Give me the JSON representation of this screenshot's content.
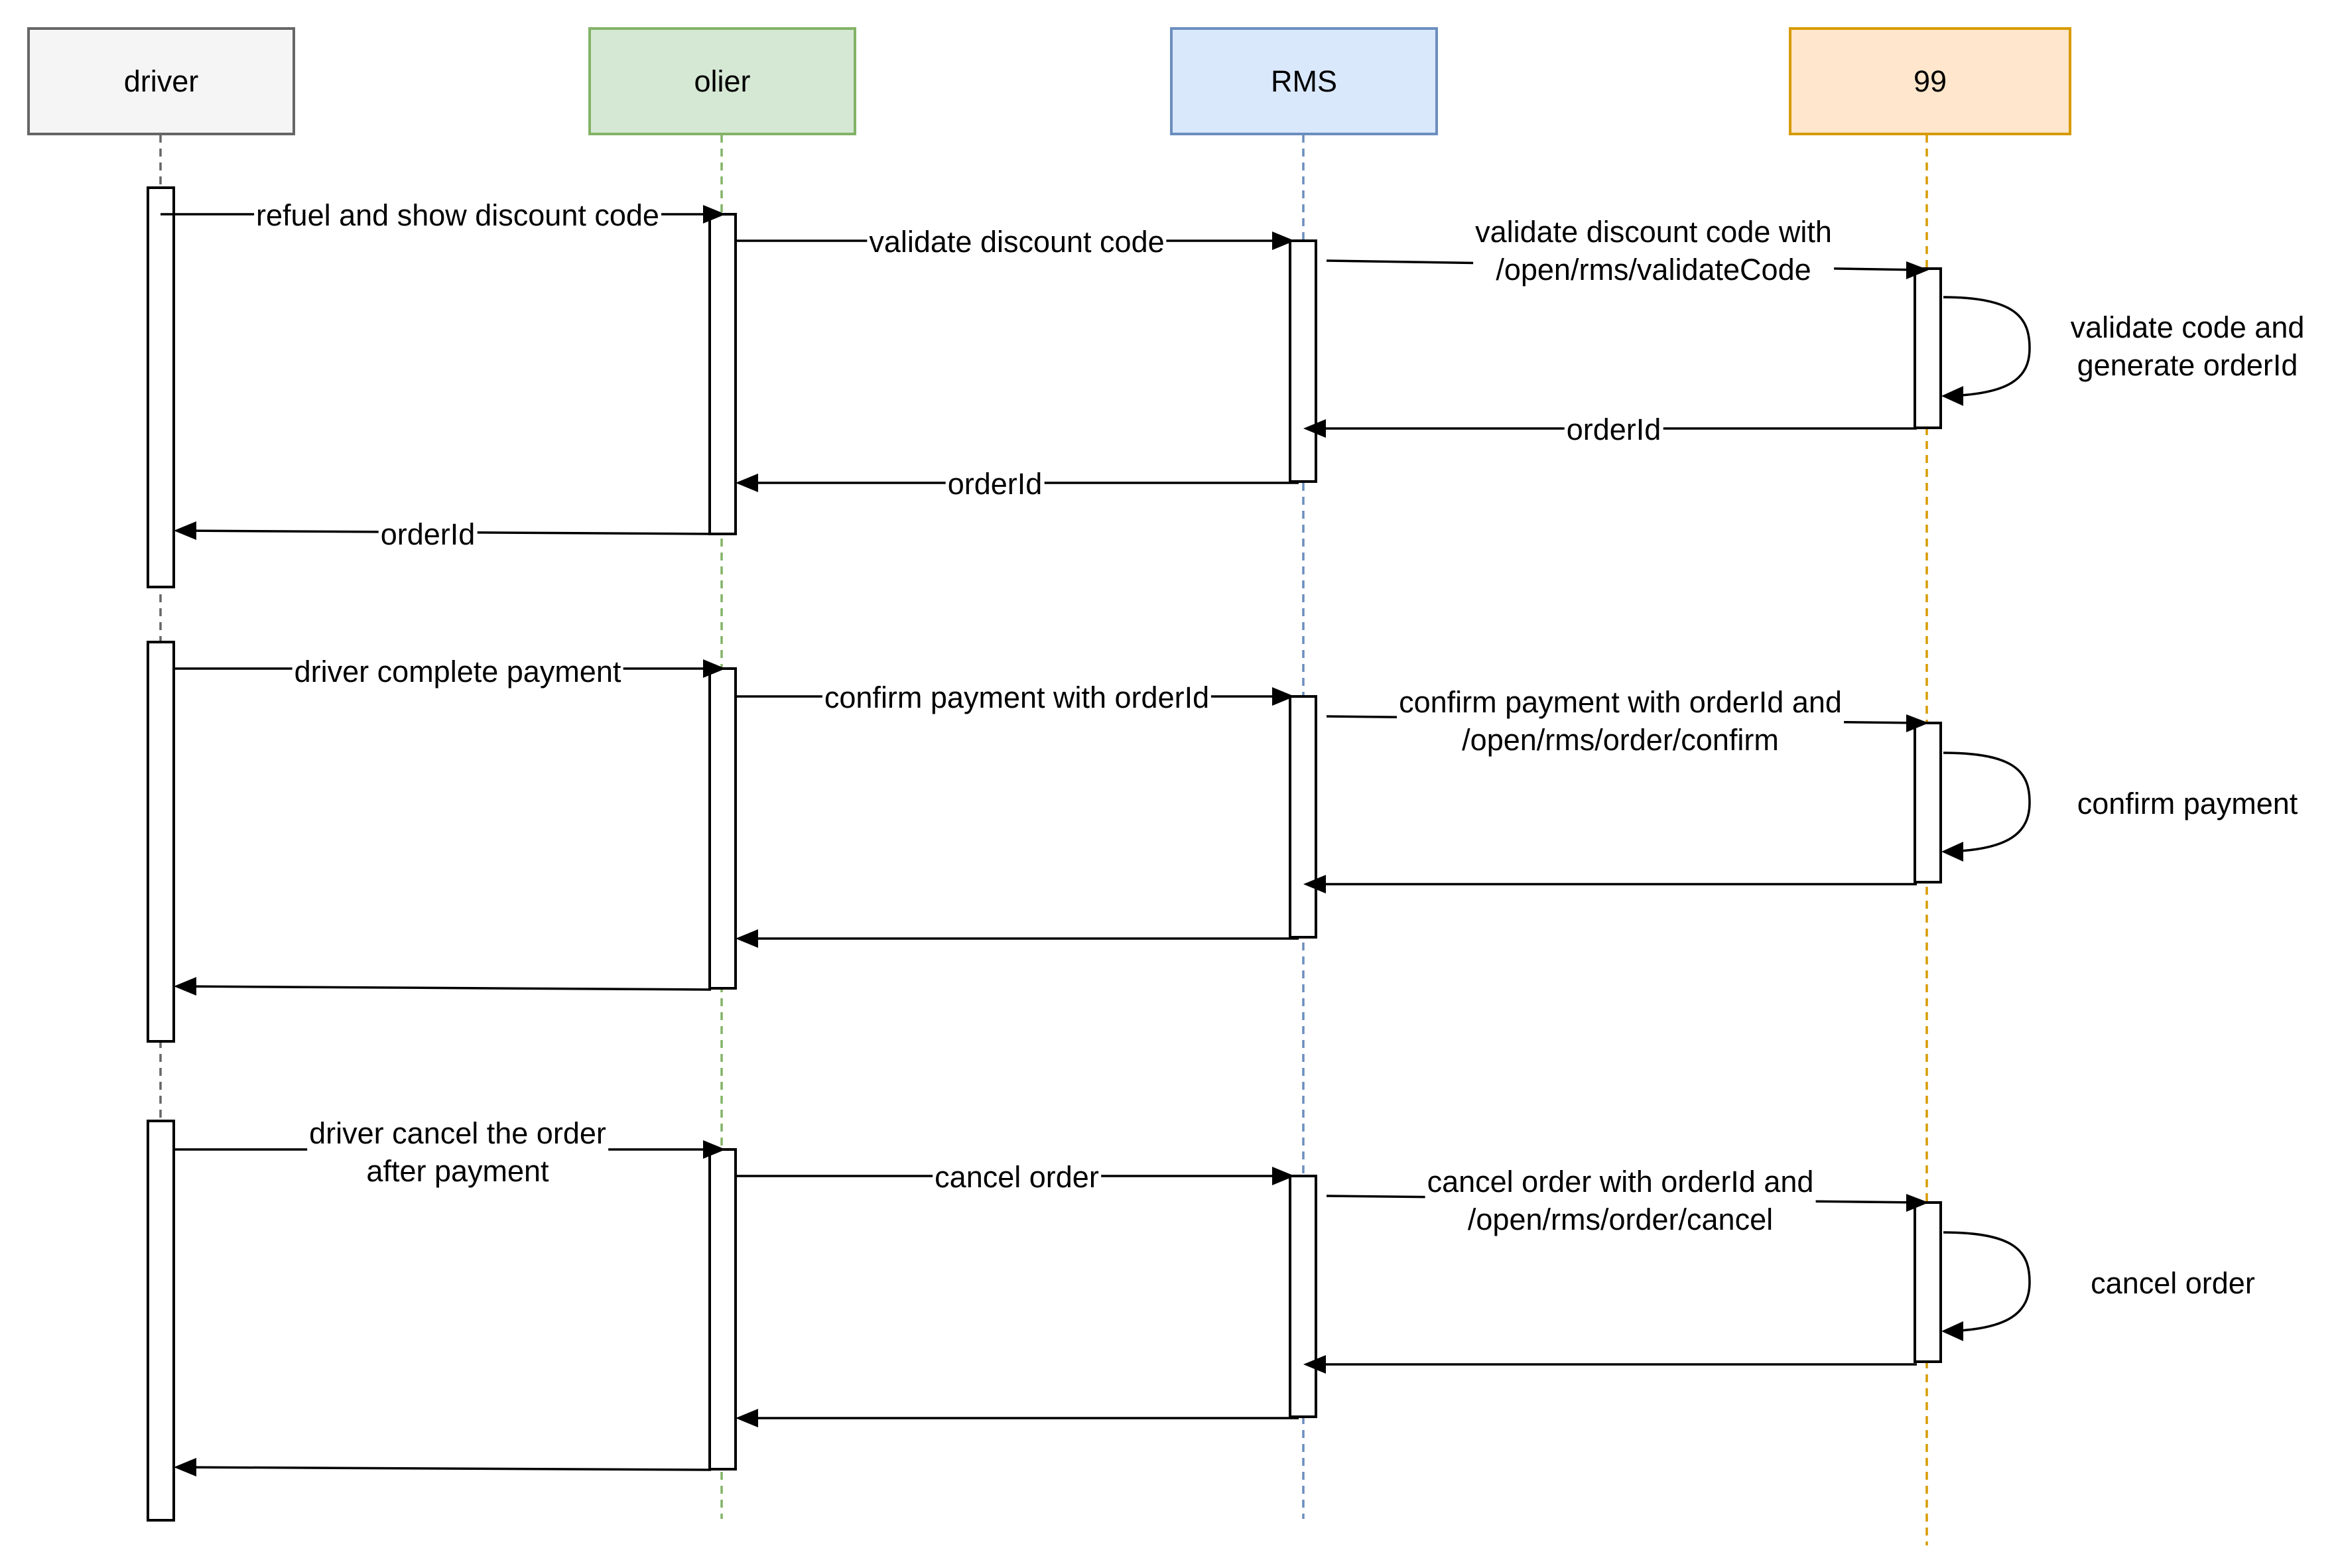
{
  "actors": [
    {
      "name": "driver",
      "fill": "#f5f5f5",
      "stroke": "#666666"
    },
    {
      "name": "olier",
      "fill": "#d5e8d4",
      "stroke": "#82b366"
    },
    {
      "name": "RMS",
      "fill": "#dae8fc",
      "stroke": "#6c8ebf"
    },
    {
      "name": "99",
      "fill": "#ffe6cc",
      "stroke": "#d79b00"
    }
  ],
  "flow1": {
    "driver_to_olier": "refuel and show discount code",
    "olier_to_rms": "validate discount code",
    "rms_to_99": "validate discount code with\n/open/rms/validateCode",
    "self_99": "validate code and\ngenerate orderId",
    "ret_99_rms": "orderId",
    "ret_rms_olier": "orderId",
    "ret_olier_driver": "orderId"
  },
  "flow2": {
    "driver_to_olier": "driver complete payment",
    "olier_to_rms": "confirm payment with orderId",
    "rms_to_99": "confirm payment with orderId and\n/open/rms/order/confirm",
    "self_99": "confirm payment"
  },
  "flow3": {
    "driver_to_olier": "driver cancel the order\nafter payment",
    "olier_to_rms": "cancel order",
    "rms_to_99": "cancel order with orderId and\n/open/rms/order/cancel",
    "self_99": "cancel order"
  }
}
